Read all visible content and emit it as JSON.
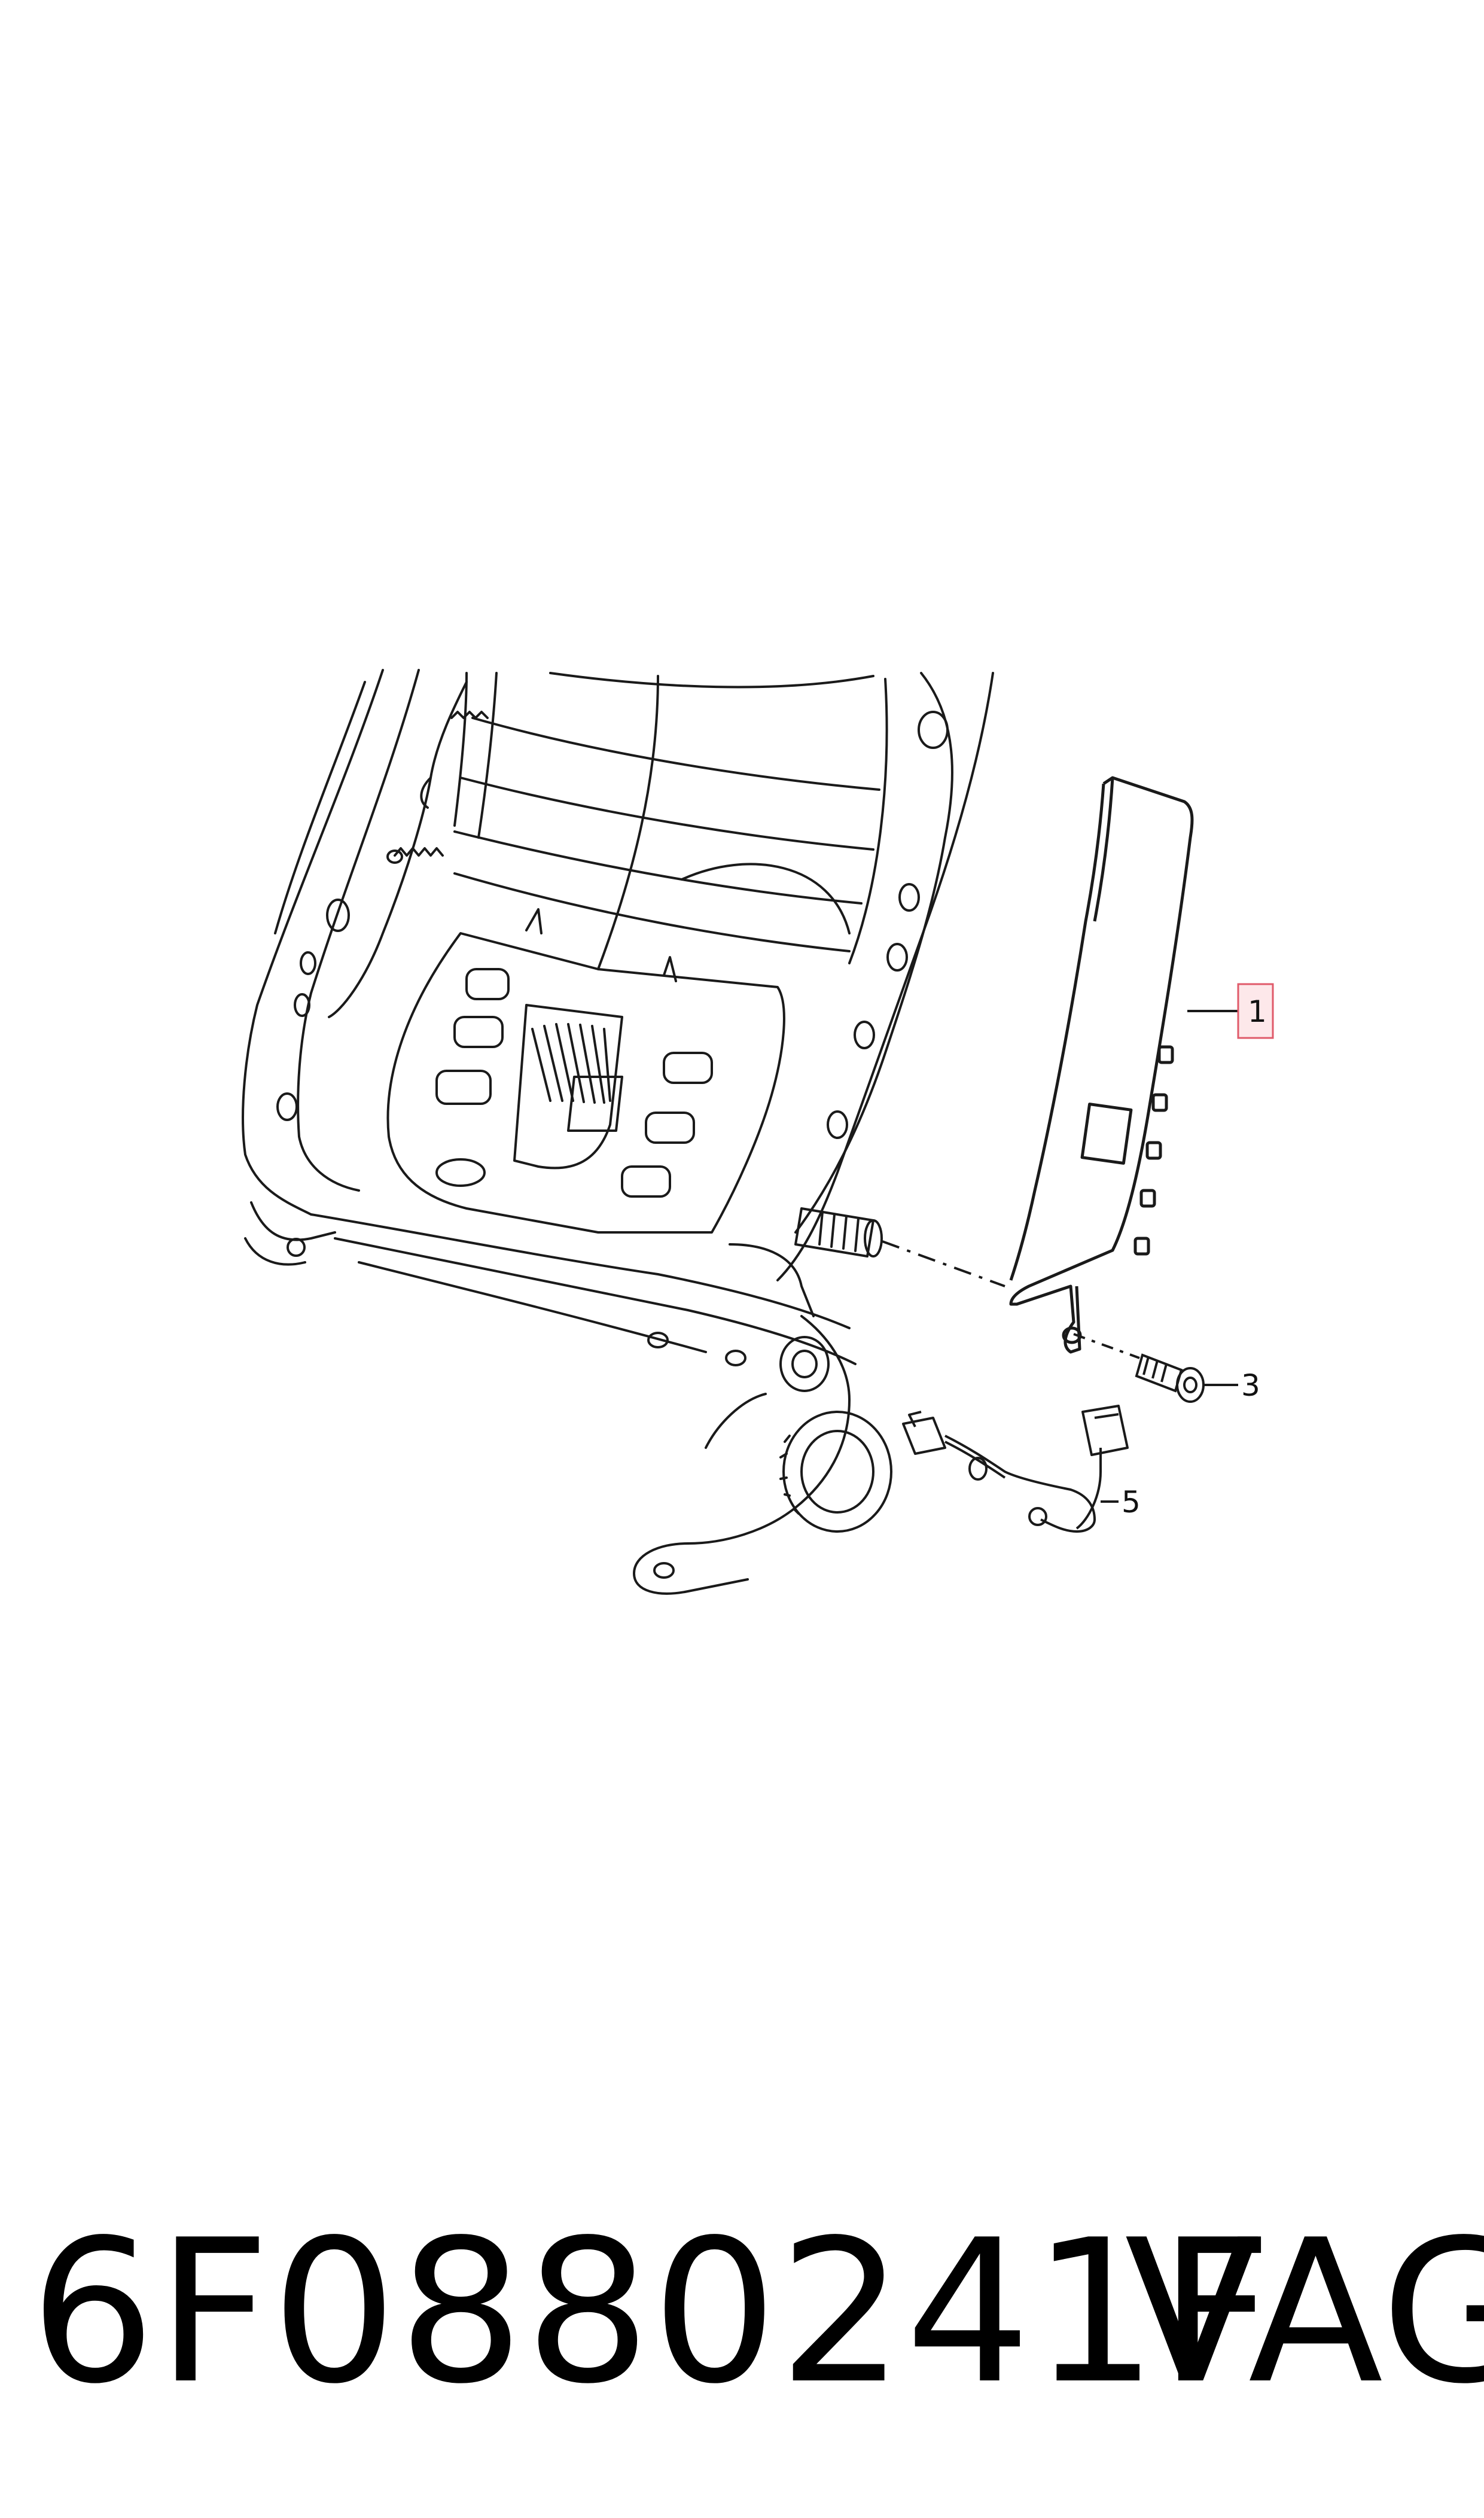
{
  "diagram": {
    "callouts": [
      {
        "id": "1",
        "label": "1",
        "highlighted": true
      },
      {
        "id": "3",
        "label": "3",
        "highlighted": false
      },
      {
        "id": "5",
        "label": "5",
        "highlighted": false
      }
    ],
    "highlight_color": "#e05a6a",
    "highlight_fill": "#fde8ea",
    "line_color": "#1a1a1a"
  },
  "footer": {
    "part_number": "6F0880241F",
    "brand": "VAG"
  }
}
